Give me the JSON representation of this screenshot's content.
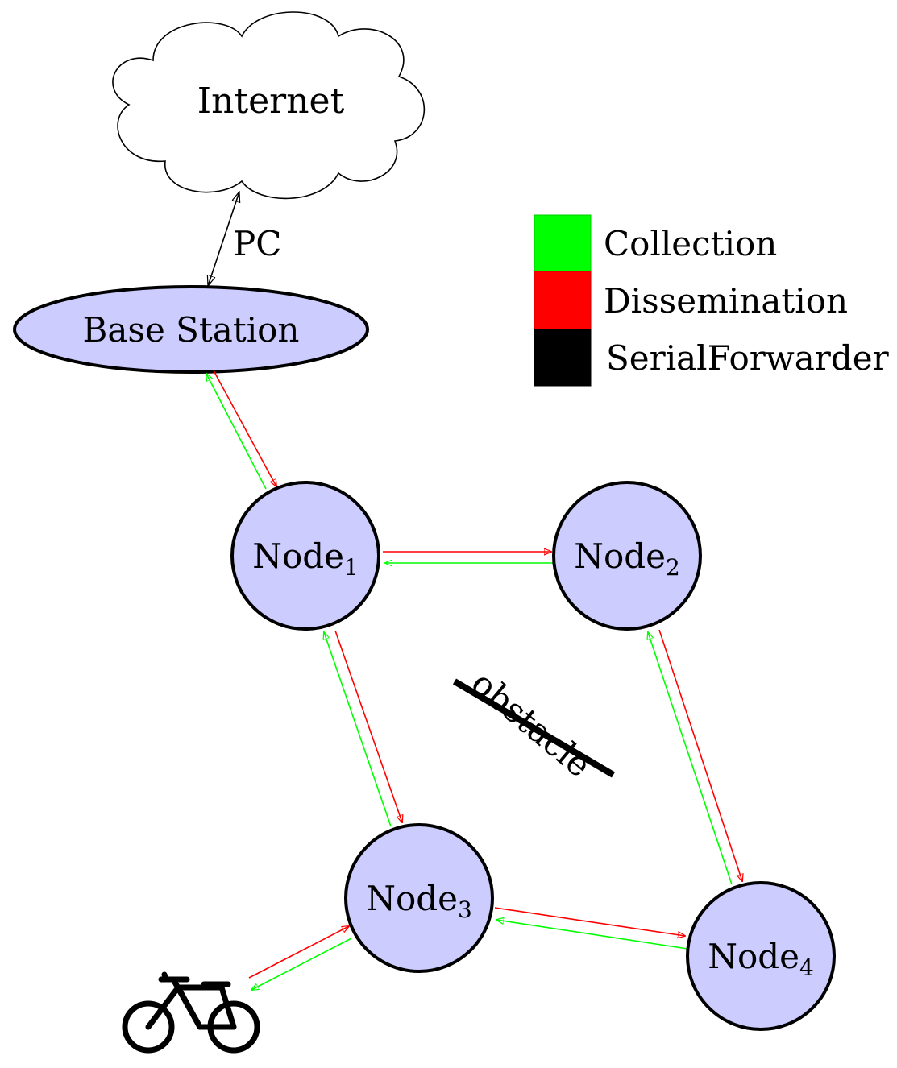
{
  "cloud": {
    "label": "Internet"
  },
  "link_label": "PC",
  "base_station": {
    "label": "Base Station"
  },
  "nodes": [
    {
      "name": "Node",
      "sub": "1"
    },
    {
      "name": "Node",
      "sub": "2"
    },
    {
      "name": "Node",
      "sub": "3"
    },
    {
      "name": "Node",
      "sub": "4"
    }
  ],
  "obstacle": {
    "label": "obstacle"
  },
  "legend": [
    {
      "label": "Collection",
      "color": "#00ff00"
    },
    {
      "label": "Dissemination",
      "color": "#ff0000"
    },
    {
      "label": "SerialForwarder",
      "color": "#000000"
    }
  ],
  "colors": {
    "node_fill": "#ccccff",
    "collection": "#00ff00",
    "dissemination": "#ff0000"
  },
  "icons": {
    "vehicle": "bicycle-icon",
    "network": "cloud-icon"
  }
}
